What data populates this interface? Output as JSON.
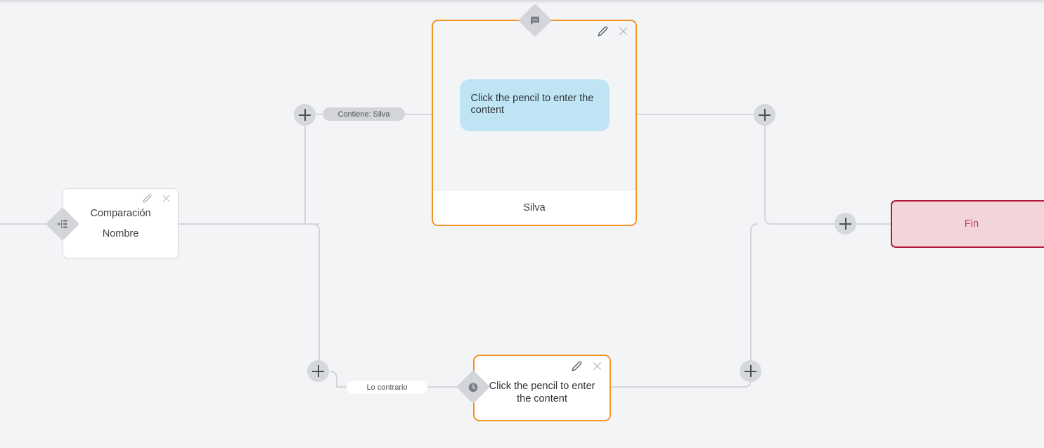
{
  "canvas": {
    "background": "#f3f4f6",
    "edge_color": "#d3d5da",
    "accent_selected": "#f39325",
    "bubble_color": "#bfe5f5",
    "end_border_color": "#b31739",
    "end_fill_color": "#f2d5da",
    "end_text_color": "#c2415c"
  },
  "nodes": {
    "comparison": {
      "title": "Comparación",
      "subtitle": "Nombre",
      "badge_icon": "sitemap-icon",
      "edit_icon": "pencil-icon",
      "close_icon": "close-icon"
    },
    "message": {
      "bubble_text": "Click the pencil to enter the content",
      "footer_label": "Silva",
      "badge_icon": "message-bubble-icon",
      "edit_icon": "pencil-icon",
      "close_icon": "close-icon"
    },
    "wait": {
      "text": "Click the pencil to enter the content",
      "badge_icon": "clock-icon",
      "edit_icon": "pencil-icon",
      "close_icon": "close-icon"
    },
    "end": {
      "label": "Fin"
    }
  },
  "edge_labels": {
    "branch_true": "Contiene: Silva",
    "branch_false": "Lo contrario"
  },
  "add_buttons": {
    "icon": "plus-icon",
    "label": "+"
  }
}
